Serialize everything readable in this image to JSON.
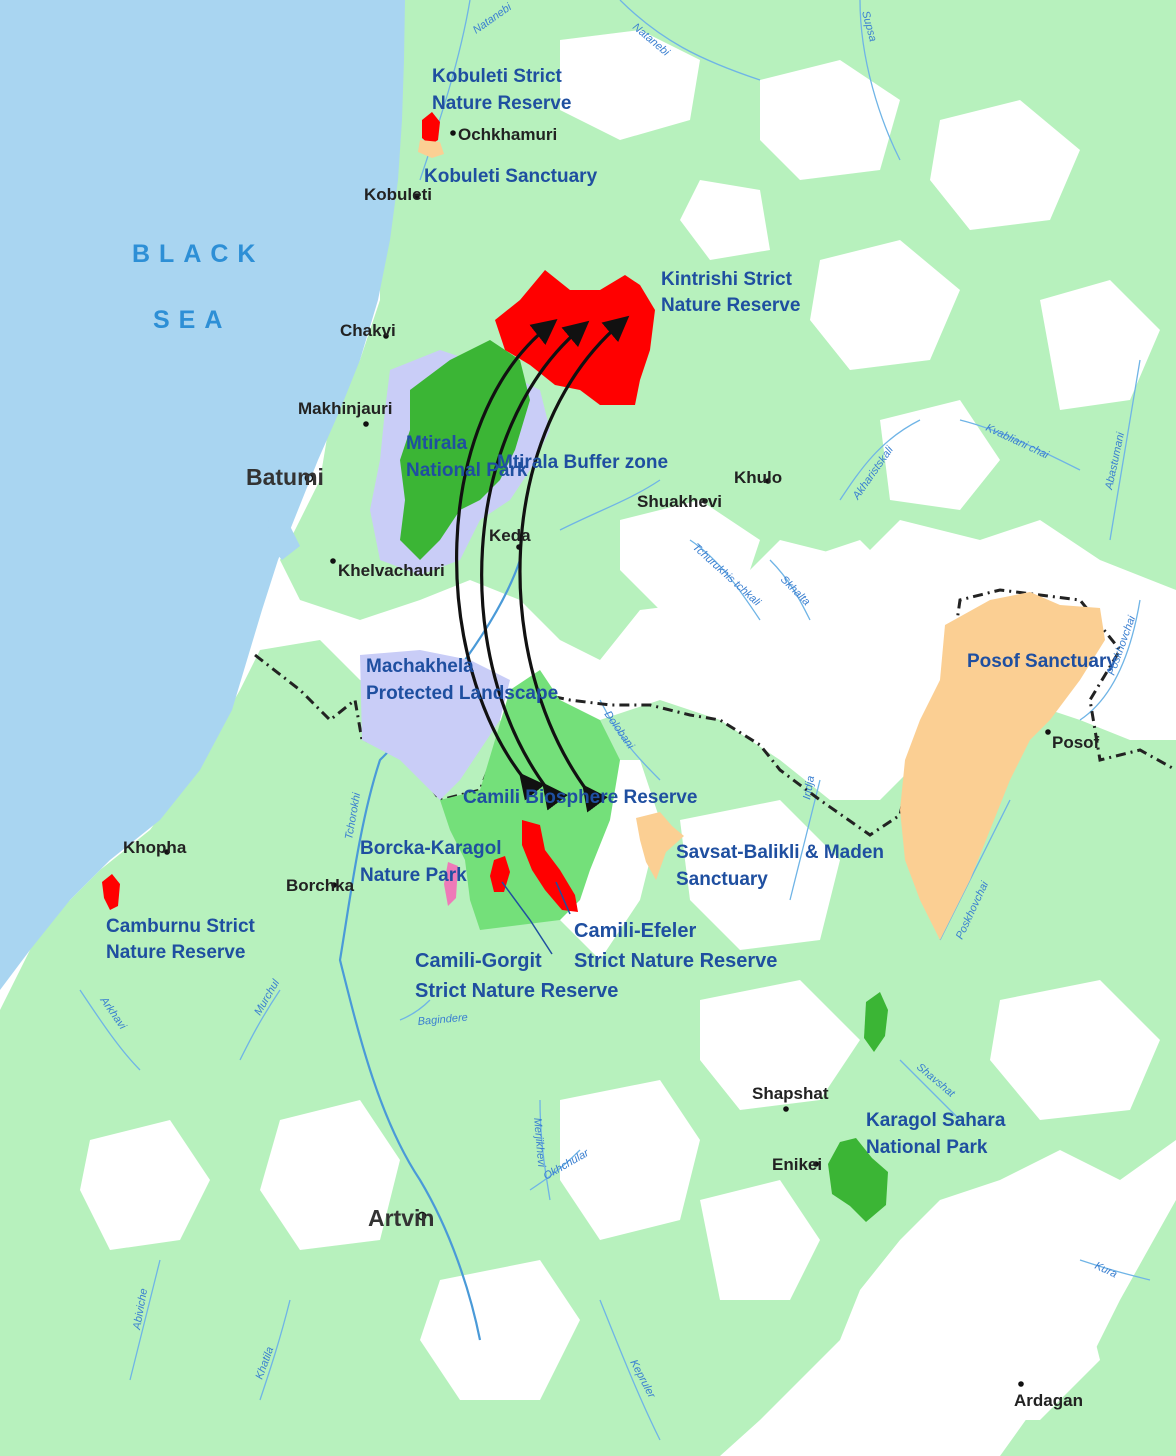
{
  "map": {
    "sea": {
      "line1": "BLACK",
      "line2": "SEA"
    },
    "protected_areas": {
      "kobuleti_strict": {
        "line1": "Kobuleti Strict",
        "line2": "Nature Reserve"
      },
      "kobuleti_sanctuary": "Kobuleti Sanctuary",
      "kintrishi": {
        "line1": "Kintrishi Strict",
        "line2": "Nature Reserve"
      },
      "mtirala_np": {
        "line1": "Mtirala",
        "line2": "National Park"
      },
      "mtirala_buffer": "Mtirala Buffer zone",
      "machakhela": {
        "line1": "Machakhela",
        "line2": "Protected Landscape"
      },
      "camili_biosphere": "Camili Biosphere Reserve",
      "borcka_karagol": {
        "line1": "Borcka-Karagol",
        "line2": "Nature Park"
      },
      "camili_efeler": {
        "line1": "Camili-Efeler",
        "line2": "Strict Nature Reserve"
      },
      "camili_gorgit": {
        "line1": "Camili-Gorgit",
        "line2": "Strict Nature Reserve"
      },
      "savsat": {
        "line1": "Savsat-Balikli & Maden",
        "line2": "Sanctuary"
      },
      "posof": "Posof Sanctuary",
      "karagol_sahara": {
        "line1": "Karagol Sahara",
        "line2": "National Park"
      },
      "camburnu": {
        "line1": "Camburnu Strict",
        "line2": "Nature Reserve"
      }
    },
    "towns": {
      "ochkhamuri": "Ochkhamuri",
      "kobuleti": "Kobuleti",
      "chakvi": "Chakvi",
      "makhinjauri": "Makhinjauri",
      "batumi": "Batumi",
      "khelvachauri": "Khelvachauri",
      "keda": "Keda",
      "shuakhevi": "Shuakhevi",
      "khulo": "Khulo",
      "posof": "Posof",
      "khopha": "Khopha",
      "borchka": "Borchka",
      "shapshat": "Shapshat",
      "enikei": "Enikei",
      "artvin": "Artvin",
      "ardagan": "Ardagan"
    },
    "rivers": {
      "natanebi1": "Natanebi",
      "natanebi2": "Natanebi",
      "supsa": "Supsa",
      "kvabliani": "Kvabliani chai",
      "abastumani": "Abastumani",
      "akharistskali": "Akharistskali",
      "tchurukhis": "Tchurukhis tchkali",
      "skhalta": "Skhalta",
      "poskhovchai_top": "Poskhovchai",
      "dolobani": "Dolobani",
      "iridja": "Iridja",
      "tchorokhi": "Tchorokhi",
      "poskhovchai_bottom": "Poskhovchai",
      "arkhavi": "Arkhavi",
      "murchul": "Murchul",
      "bagindere": "Bagindere",
      "shavshat": "Shavshat",
      "merjikhevi": "Merjikhevi",
      "okhchular": "Okhchular",
      "kura": "Kura",
      "abiviche": "Abiviche",
      "khatila": "Khatila",
      "kepruler": "Kepruler"
    },
    "colors": {
      "sea": "#a9d5f1",
      "forest": "#b7f1bd",
      "strict_reserve": "#ff0000",
      "national_park": "#3bb535",
      "biosphere": "#74e07a",
      "buffer": "#c9cdf7",
      "sanctuary": "#fbcf93",
      "nature_park": "#ee7ab8"
    }
  }
}
